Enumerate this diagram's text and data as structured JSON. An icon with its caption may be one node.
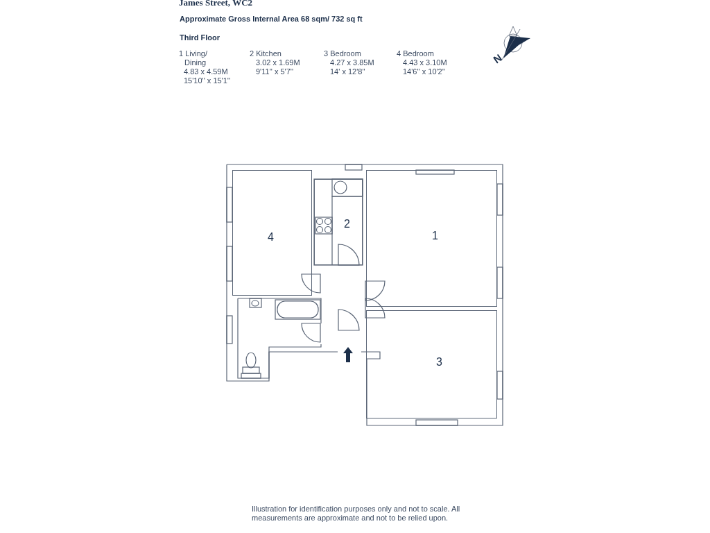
{
  "diagram": {
    "title": "James Street, WC2",
    "caption": "Illustration for identification purposes only and not to scale. All measurements are approximate and not to be relied upon.",
    "nodes": [
      {
        "text": [
          "4"
        ]
      },
      {
        "text": [
          "2"
        ]
      },
      {
        "text": [
          "1"
        ]
      },
      {
        "text": [
          "3"
        ]
      }
    ],
    "labels": [
      "Approximate Gross Internal Area 68 sqm/ 732 sq ft",
      "Third Floor",
      "1 Living/ Dining",
      "4.83 x 4.59M",
      "15'10'' x 15'1''",
      "2 Kitchen",
      "3.02 x 1.69M",
      "9'11'' x 5'7''",
      "3 Bedroom",
      "4.27 x 3.85M",
      "14' x 12'8''",
      "4 Bedroom",
      "4.43 x 3.10M",
      "14'6'' x 10'2''",
      "N"
    ]
  }
}
